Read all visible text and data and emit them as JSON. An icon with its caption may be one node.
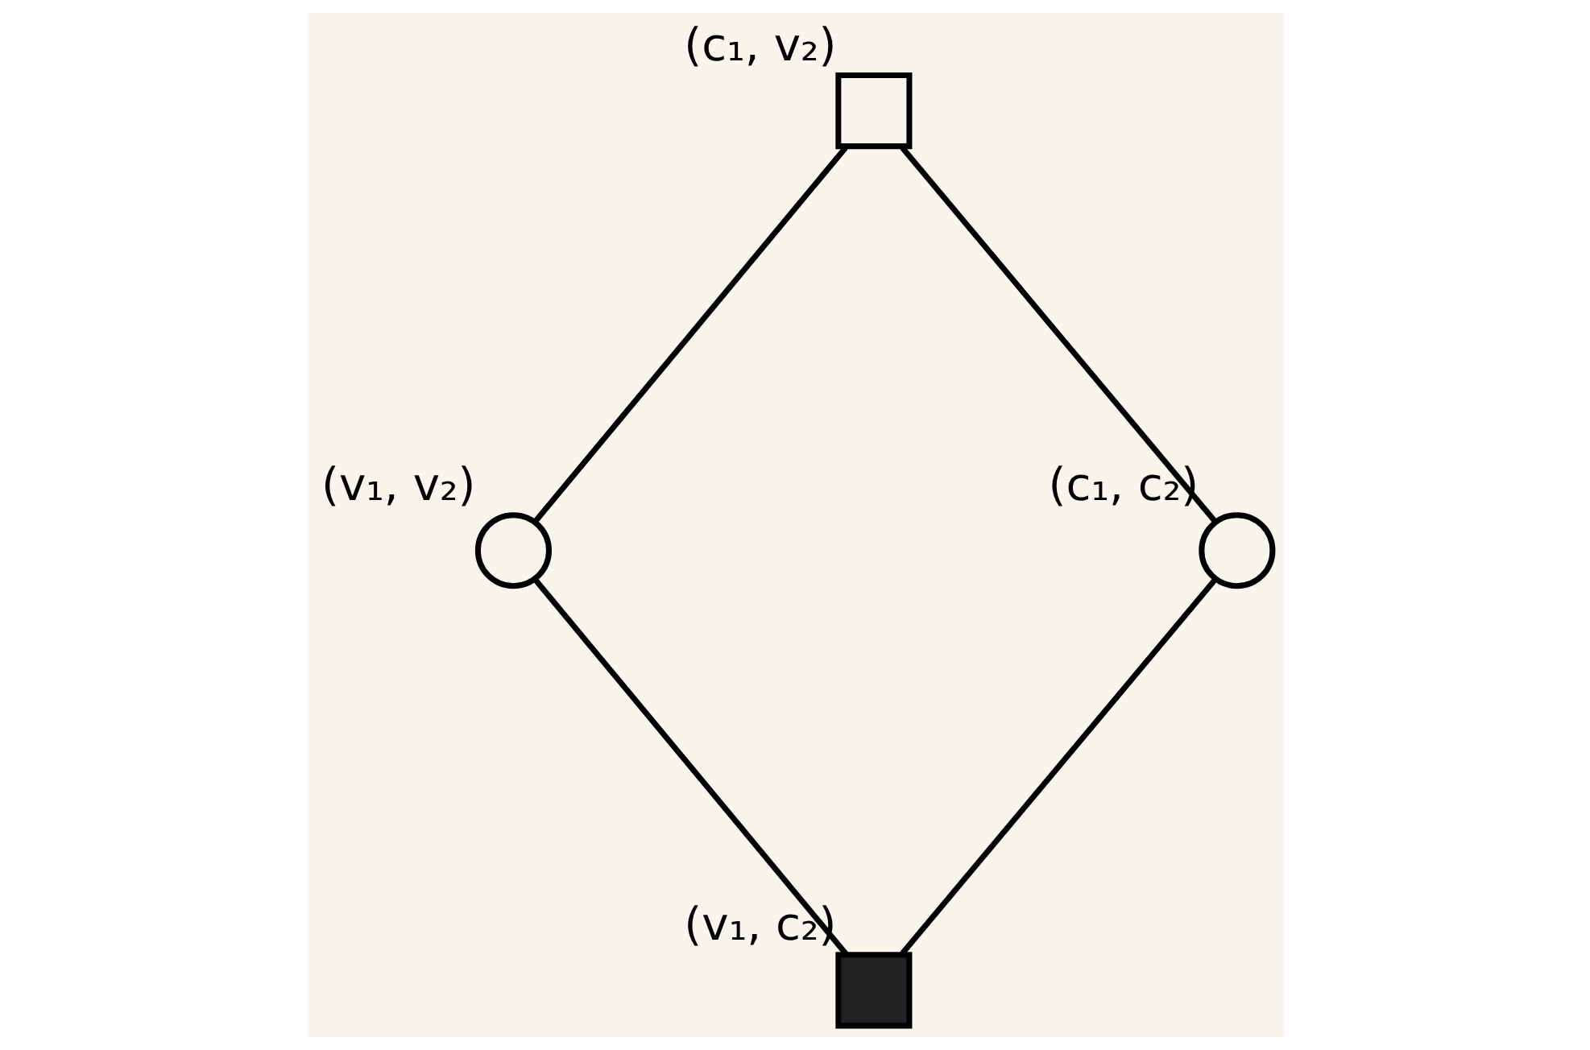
{
  "diagram": {
    "nodes": [
      {
        "text": [],
        "shape": "box",
        "beside": [
          "(c₁, v₂)"
        ]
      },
      {
        "text": [],
        "shape": "circle",
        "beside": [
          "(v₁, v₂)"
        ]
      },
      {
        "text": [],
        "shape": "circle",
        "beside": [
          "(c₁, c₂)"
        ]
      },
      {
        "text": [],
        "shape": "box",
        "beside": [
          "(v₁, c₂)"
        ]
      }
    ],
    "edges": [
      {
        "from": 0,
        "to": 1,
        "arrow": "none"
      },
      {
        "from": 0,
        "to": 2,
        "arrow": "none"
      },
      {
        "from": 1,
        "to": 3,
        "arrow": "none"
      },
      {
        "from": 2,
        "to": 3,
        "arrow": "none"
      }
    ]
  }
}
